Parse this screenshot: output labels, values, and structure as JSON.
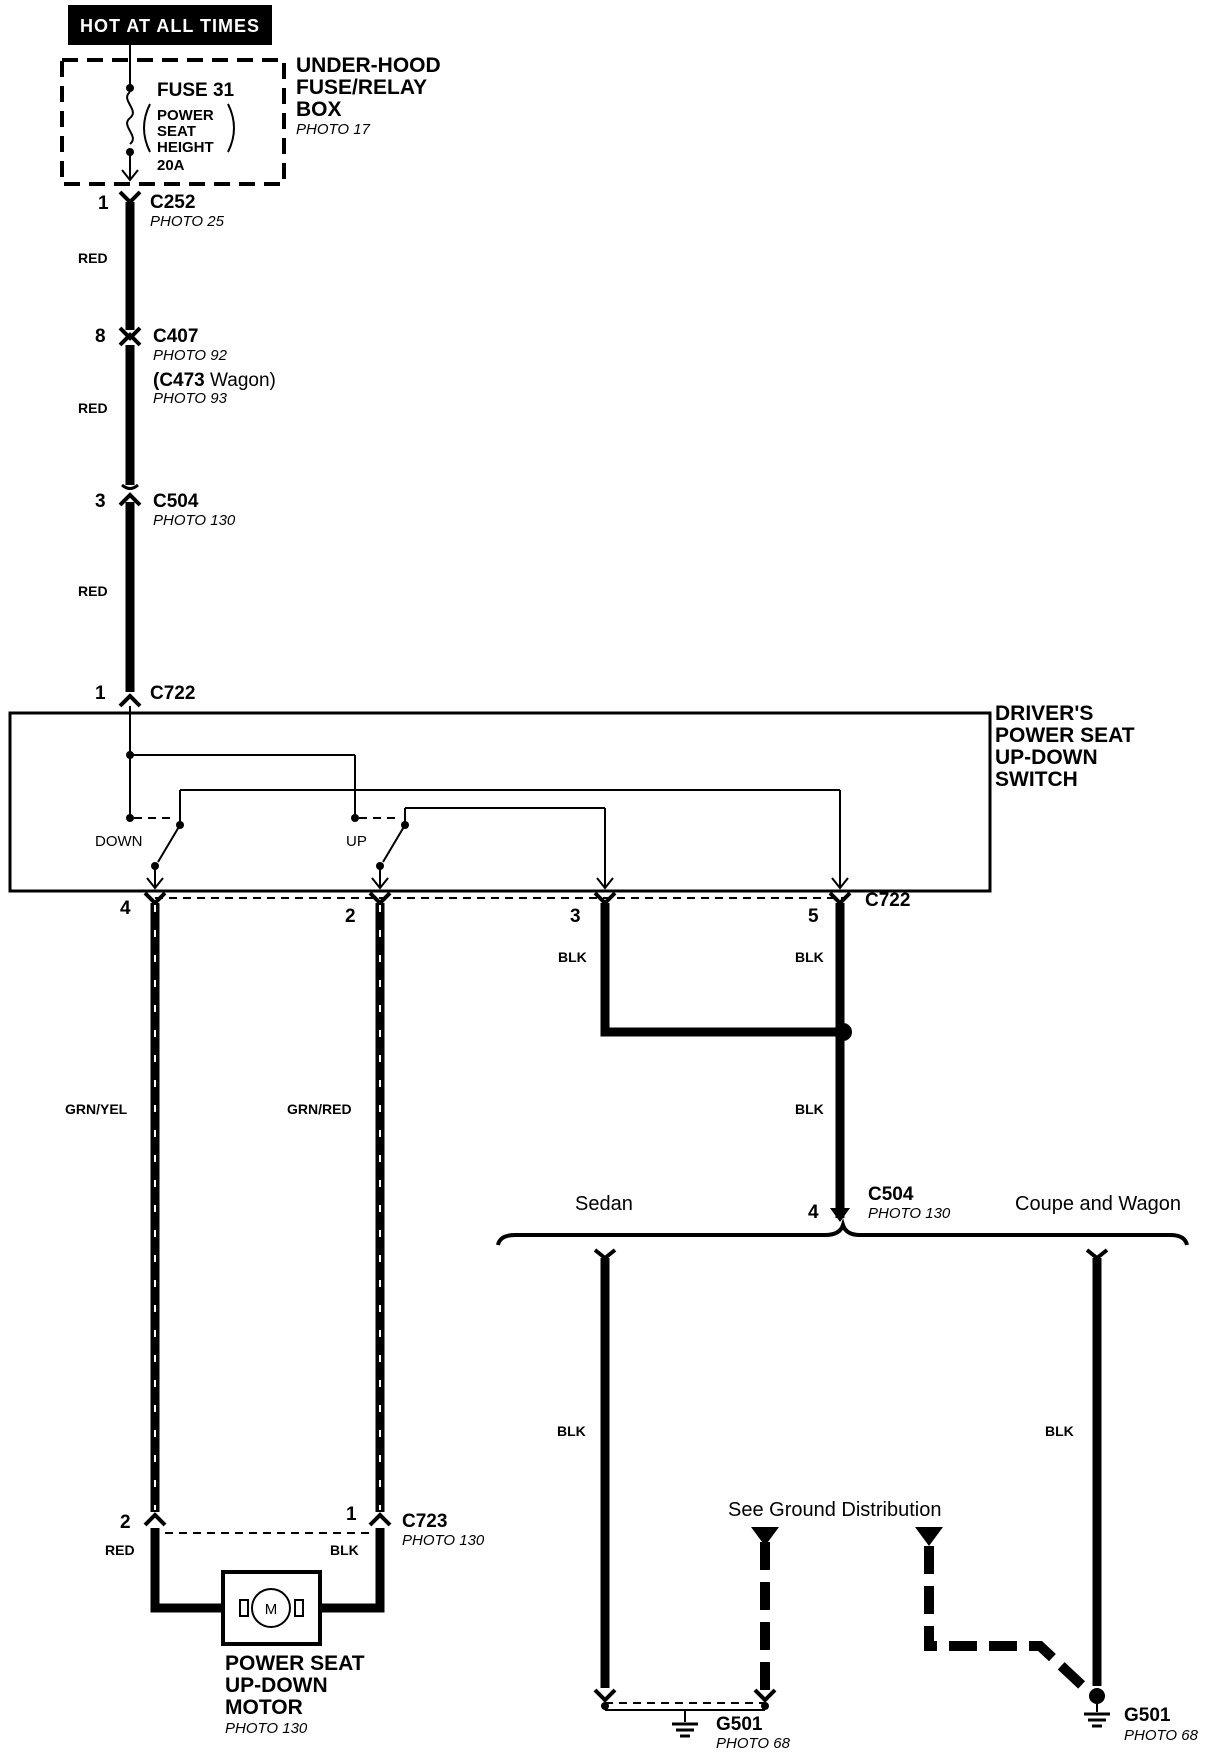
{
  "header": {
    "hot_label": "HOT AT ALL TIMES"
  },
  "fuse_box": {
    "title_lines": [
      "UNDER-HOOD",
      "FUSE/RELAY",
      "BOX"
    ],
    "photo": "PHOTO 17",
    "fuse_name": "FUSE 31",
    "fuse_desc_lines": [
      "POWER",
      "SEAT",
      "HEIGHT"
    ],
    "fuse_rating": "20A"
  },
  "connectors": {
    "c252": {
      "name": "C252",
      "photo": "PHOTO 25",
      "pin": "1"
    },
    "c407": {
      "name": "C407",
      "photo": "PHOTO 92",
      "pin": "8",
      "alt_name": "(C473",
      "alt_suffix": " Wagon)",
      "alt_photo": "PHOTO 93"
    },
    "c504_top": {
      "name": "C504",
      "photo": "PHOTO 130",
      "pin": "3"
    },
    "c722_top": {
      "name": "C722",
      "pin": "1"
    },
    "c722_bottom": {
      "name": "C722",
      "pins": [
        "4",
        "2",
        "3",
        "5"
      ]
    },
    "c504_ground": {
      "name": "C504",
      "photo": "PHOTO 130",
      "pin": "4"
    },
    "c723": {
      "name": "C723",
      "photo": "PHOTO 130",
      "pins": [
        "2",
        "1"
      ]
    }
  },
  "wires": {
    "red_1": "RED",
    "red_2": "RED",
    "red_3": "RED",
    "grn_yel": "GRN/YEL",
    "grn_red": "GRN/RED",
    "blk_3": "BLK",
    "blk_5": "BLK",
    "blk_joined": "BLK",
    "blk_sedan": "BLK",
    "blk_coupe": "BLK",
    "motor_red": "RED",
    "motor_blk": "BLK"
  },
  "switch": {
    "title_lines": [
      "DRIVER'S",
      "POWER SEAT",
      "UP-DOWN",
      "SWITCH"
    ],
    "down_label": "DOWN",
    "up_label": "UP"
  },
  "motor": {
    "symbol": "M",
    "title_lines": [
      "POWER SEAT",
      "UP-DOWN",
      "MOTOR"
    ],
    "photo": "PHOTO 130"
  },
  "ground": {
    "sedan_label": "Sedan",
    "coupe_label": "Coupe and Wagon",
    "see_ground": "See Ground Distribution",
    "g501_left": {
      "name": "G501",
      "photo": "PHOTO 68"
    },
    "g501_right": {
      "name": "G501",
      "photo": "PHOTO 68"
    }
  }
}
